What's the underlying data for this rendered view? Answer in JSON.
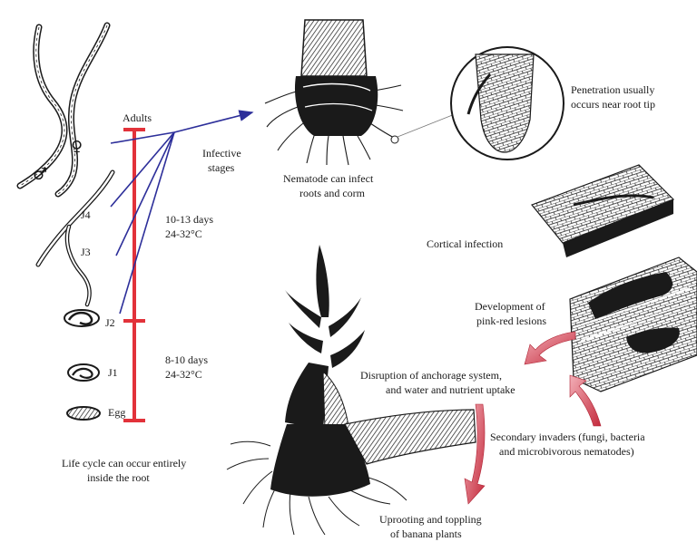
{
  "colors": {
    "lifecycle_bar": "#e2323a",
    "infection_arrows": "#2d2f9a",
    "process_arrows": "#d53c4a",
    "ink": "#1a1a1a"
  },
  "lifecycle": {
    "adults": "Adults",
    "male_symbol": "♂",
    "female_symbol": "♀",
    "j4": "J4",
    "j3": "J3",
    "j2": "J2",
    "j1": "J1",
    "egg": "Egg",
    "duration_upper_days": "10-13 days",
    "duration_upper_temp": "24-32°C",
    "duration_lower_days": "8-10 days",
    "duration_lower_temp": "24-32°C",
    "note_line1": "Life cycle can occur entirely",
    "note_line2": "inside the root"
  },
  "infection": {
    "infective_line1": "Infective",
    "infective_line2": "stages",
    "corm_line1": "Nematode can infect",
    "corm_line2": "roots and corm",
    "tip_line1": "Penetration usually",
    "tip_line2": "occurs near root tip"
  },
  "damage": {
    "cortical": "Cortical infection",
    "lesions_line1": "Development of",
    "lesions_line2": "pink-red lesions",
    "disruption_line1": "Disruption of anchorage system,",
    "disruption_line2": "and water and nutrient uptake",
    "secondary_line1": "Secondary invaders (fungi, bacteria",
    "secondary_line2": "and microbivorous nematodes)",
    "uprooting_line1": "Uprooting and toppling",
    "uprooting_line2": "of banana plants"
  }
}
